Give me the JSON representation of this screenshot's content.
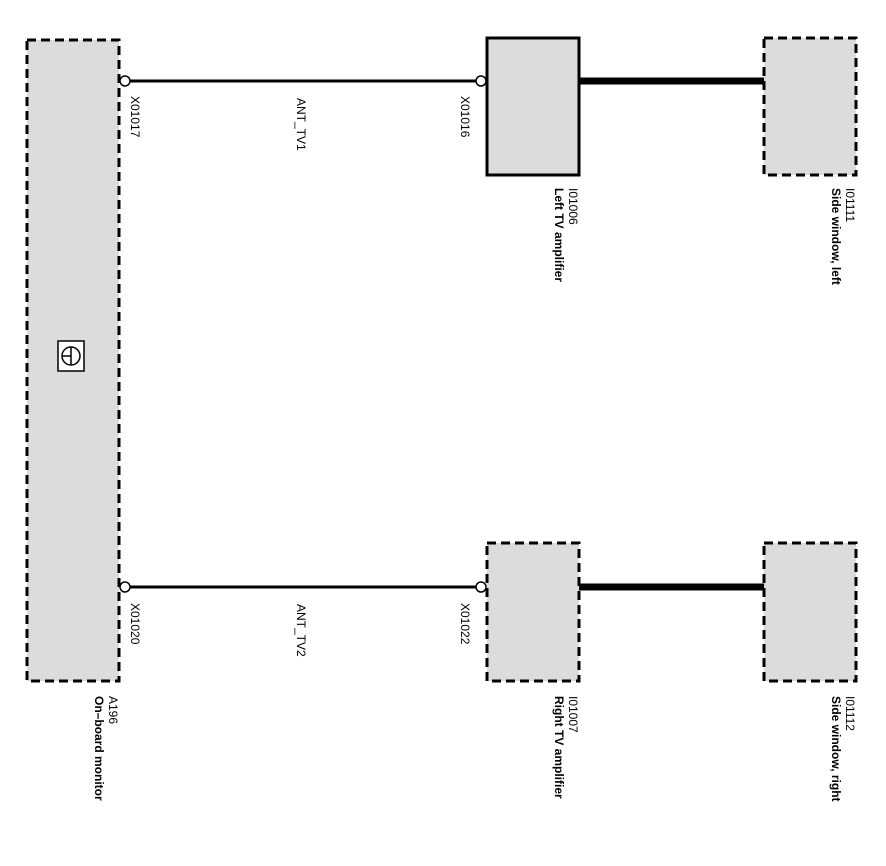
{
  "components": {
    "onboard_monitor": {
      "id": "A196",
      "name": "On–board monitor"
    },
    "left_amp": {
      "id": "I01006",
      "name": "Left TV amplifier"
    },
    "right_amp": {
      "id": "I01007",
      "name": "Right TV amplifier"
    },
    "side_left": {
      "id": "I01111",
      "name": "Side window, left"
    },
    "side_right": {
      "id": "I01112",
      "name": "Side window, right"
    }
  },
  "connectors": {
    "x01017": "X01017",
    "x01016": "X01016",
    "x01020": "X01020",
    "x01022": "X01022"
  },
  "wires": {
    "ant_tv1": "ANT_TV1",
    "ant_tv2": "ANT_TV2"
  },
  "monitor_icon": "tv-monitor-icon"
}
